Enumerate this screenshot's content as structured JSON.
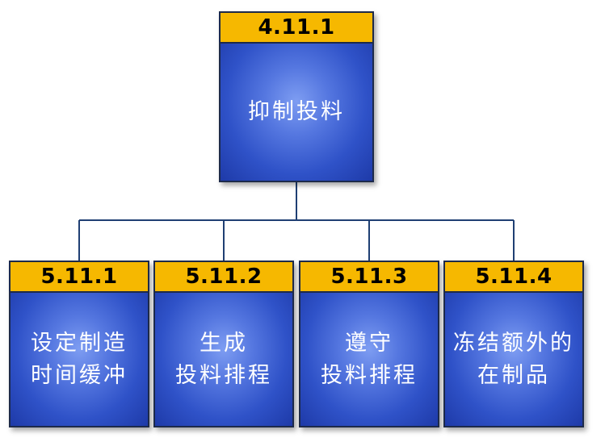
{
  "diagram": {
    "root": {
      "code": "4.11.1",
      "label": "抑制投料"
    },
    "children": [
      {
        "code": "5.11.1",
        "label": "设定制造\n时间缓冲"
      },
      {
        "code": "5.11.2",
        "label": "生成\n投料排程"
      },
      {
        "code": "5.11.3",
        "label": "遵守\n投料排程"
      },
      {
        "code": "5.11.4",
        "label": "冻结额外的\n在制品"
      }
    ]
  },
  "colors": {
    "code_band": "#f6b800",
    "box_blue": "#2f52c8",
    "connector": "#1f3f73"
  }
}
